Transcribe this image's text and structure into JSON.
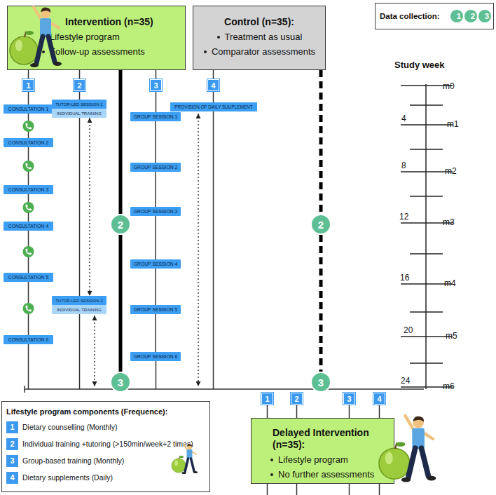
{
  "diagram": {
    "nodes": [
      {
        "text": [
          "Intervention (n=35)",
          "Lifestyle program",
          "Follow-up assessments"
        ]
      },
      {
        "text": [
          "Control (n=35):",
          "Treatment as usual",
          "Comparator assessments"
        ]
      },
      {
        "text": [
          "Data collection:"
        ]
      },
      {
        "text": [
          "1"
        ],
        "in": 2
      },
      {
        "text": [
          "2"
        ],
        "in": 2
      },
      {
        "text": [
          "3"
        ],
        "in": 2
      },
      {
        "text": [
          "1"
        ]
      },
      {
        "text": [
          "2"
        ]
      },
      {
        "text": [
          "3"
        ]
      },
      {
        "text": [
          "4"
        ]
      },
      {
        "text": [
          "CONSULTATION 1"
        ]
      },
      {
        "text": [
          "TUTOR-LED SESSION 1"
        ]
      },
      {
        "text": [
          "INDIVIDUAL TRAINING"
        ]
      },
      {
        "text": [
          "PROVISION OF DAILY SUUPLEMENT"
        ]
      },
      {
        "text": [
          "GROUP SESSION 1"
        ]
      },
      {
        "text": [
          "CONSULTATION 2"
        ]
      },
      {
        "text": [
          "GROUP SESSION 2"
        ]
      },
      {
        "text": [
          "CONSULTATION 3"
        ]
      },
      {
        "text": [
          "GROUP SESSION 3"
        ]
      },
      {
        "text": [
          "2"
        ]
      },
      {
        "text": [
          "2"
        ]
      },
      {
        "text": [
          "CONSULTATION 4"
        ]
      },
      {
        "text": [
          "GROUP SESSION 4"
        ]
      },
      {
        "text": [
          "CONSULTATION 5"
        ]
      },
      {
        "text": [
          "TUTOR-LED SESSION 2"
        ]
      },
      {
        "text": [
          "INDIVIDUAL TRAINING"
        ]
      },
      {
        "text": [
          "GROUP SESSION 5"
        ]
      },
      {
        "text": [
          "CONSULTATION 6"
        ]
      },
      {
        "text": [
          "GROUP SESSION 6"
        ]
      },
      {
        "text": [
          "3"
        ]
      },
      {
        "text": [
          "3"
        ]
      },
      {
        "text": [
          "Lifestyle program components (Frequence):"
        ]
      },
      {
        "text": [
          "1"
        ]
      },
      {
        "text": [
          "2"
        ]
      },
      {
        "text": [
          "3"
        ]
      },
      {
        "text": [
          "4"
        ]
      },
      {
        "text": [
          "Delayed Intervention (n=35):",
          "Lifestyle program",
          "No further assessments"
        ]
      }
    ],
    "edges": [
      {
        "from": 0,
        "to": 6,
        "arrow": "none"
      },
      {
        "from": 0,
        "to": 7,
        "arrow": "none"
      },
      {
        "from": 0,
        "to": 8,
        "arrow": "none"
      },
      {
        "from": 0,
        "to": 9,
        "arrow": "none"
      },
      {
        "from": 6,
        "to": 10,
        "arrow": "none"
      },
      {
        "from": 10,
        "to": 15,
        "arrow": "none"
      },
      {
        "from": 15,
        "to": 17,
        "arrow": "none"
      },
      {
        "from": 17,
        "to": 21,
        "arrow": "none"
      },
      {
        "from": 21,
        "to": 23,
        "arrow": "none"
      },
      {
        "from": 23,
        "to": 27,
        "arrow": "none"
      },
      {
        "from": 7,
        "to": 11,
        "arrow": "none"
      },
      {
        "from": 12,
        "to": 24,
        "arrow": "both"
      },
      {
        "from": 8,
        "to": 14,
        "arrow": "none"
      },
      {
        "from": 14,
        "to": 16,
        "arrow": "none"
      },
      {
        "from": 16,
        "to": 18,
        "arrow": "none"
      },
      {
        "from": 18,
        "to": 22,
        "arrow": "none"
      },
      {
        "from": 22,
        "to": 26,
        "arrow": "none"
      },
      {
        "from": 26,
        "to": 28,
        "arrow": "none"
      },
      {
        "from": 9,
        "to": 13,
        "arrow": "none"
      },
      {
        "from": 0,
        "to": 19,
        "arrow": "none"
      },
      {
        "from": 19,
        "to": 29,
        "arrow": "none"
      },
      {
        "from": 1,
        "to": 20,
        "arrow": "none"
      },
      {
        "from": 20,
        "to": 30,
        "arrow": "none"
      },
      {
        "from": 32,
        "to": 36,
        "arrow": "none"
      },
      {
        "from": 33,
        "to": 36,
        "arrow": "none"
      },
      {
        "from": 34,
        "to": 36,
        "arrow": "none"
      },
      {
        "from": 35,
        "to": 36,
        "arrow": "none"
      }
    ],
    "labels": [
      "Study week",
      "m0",
      "4",
      "m1",
      "8",
      "m2",
      "12",
      "m3",
      "16",
      "m4",
      "20",
      "m5",
      "24",
      "m6",
      "1",
      "2",
      "3",
      "4"
    ],
    "legend": [
      {
        "text": "Dietary counselling (Monthly)",
        "color": "#3b9af0"
      },
      {
        "text": "Individual training +tutoring (>150min/week+2 times)",
        "color": "#3b9af0"
      },
      {
        "text": "Group-based training (Monthly)",
        "color": "#3b9af0"
      },
      {
        "text": "Dietary supplements (Daily)",
        "color": "#3b9af0"
      }
    ]
  }
}
